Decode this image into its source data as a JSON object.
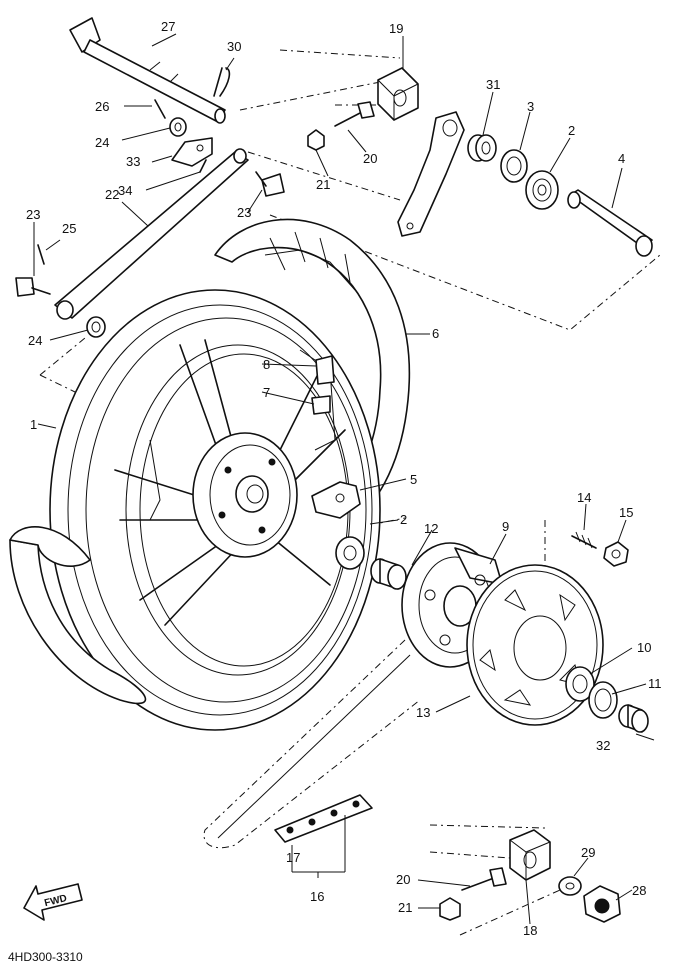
{
  "diagram": {
    "callouts": [
      "27",
      "30",
      "19",
      "26",
      "24",
      "31",
      "3",
      "2",
      "4",
      "33",
      "20",
      "34",
      "21",
      "23",
      "22",
      "23",
      "25",
      "24",
      "6",
      "8",
      "7",
      "1",
      "5",
      "2",
      "12",
      "9",
      "14",
      "15",
      "10",
      "11",
      "13",
      "32",
      "17",
      "16",
      "20",
      "29",
      "28",
      "21",
      "18"
    ],
    "fwd_arrow_text": "FWD",
    "catalog_code": "4HD300-3310"
  }
}
